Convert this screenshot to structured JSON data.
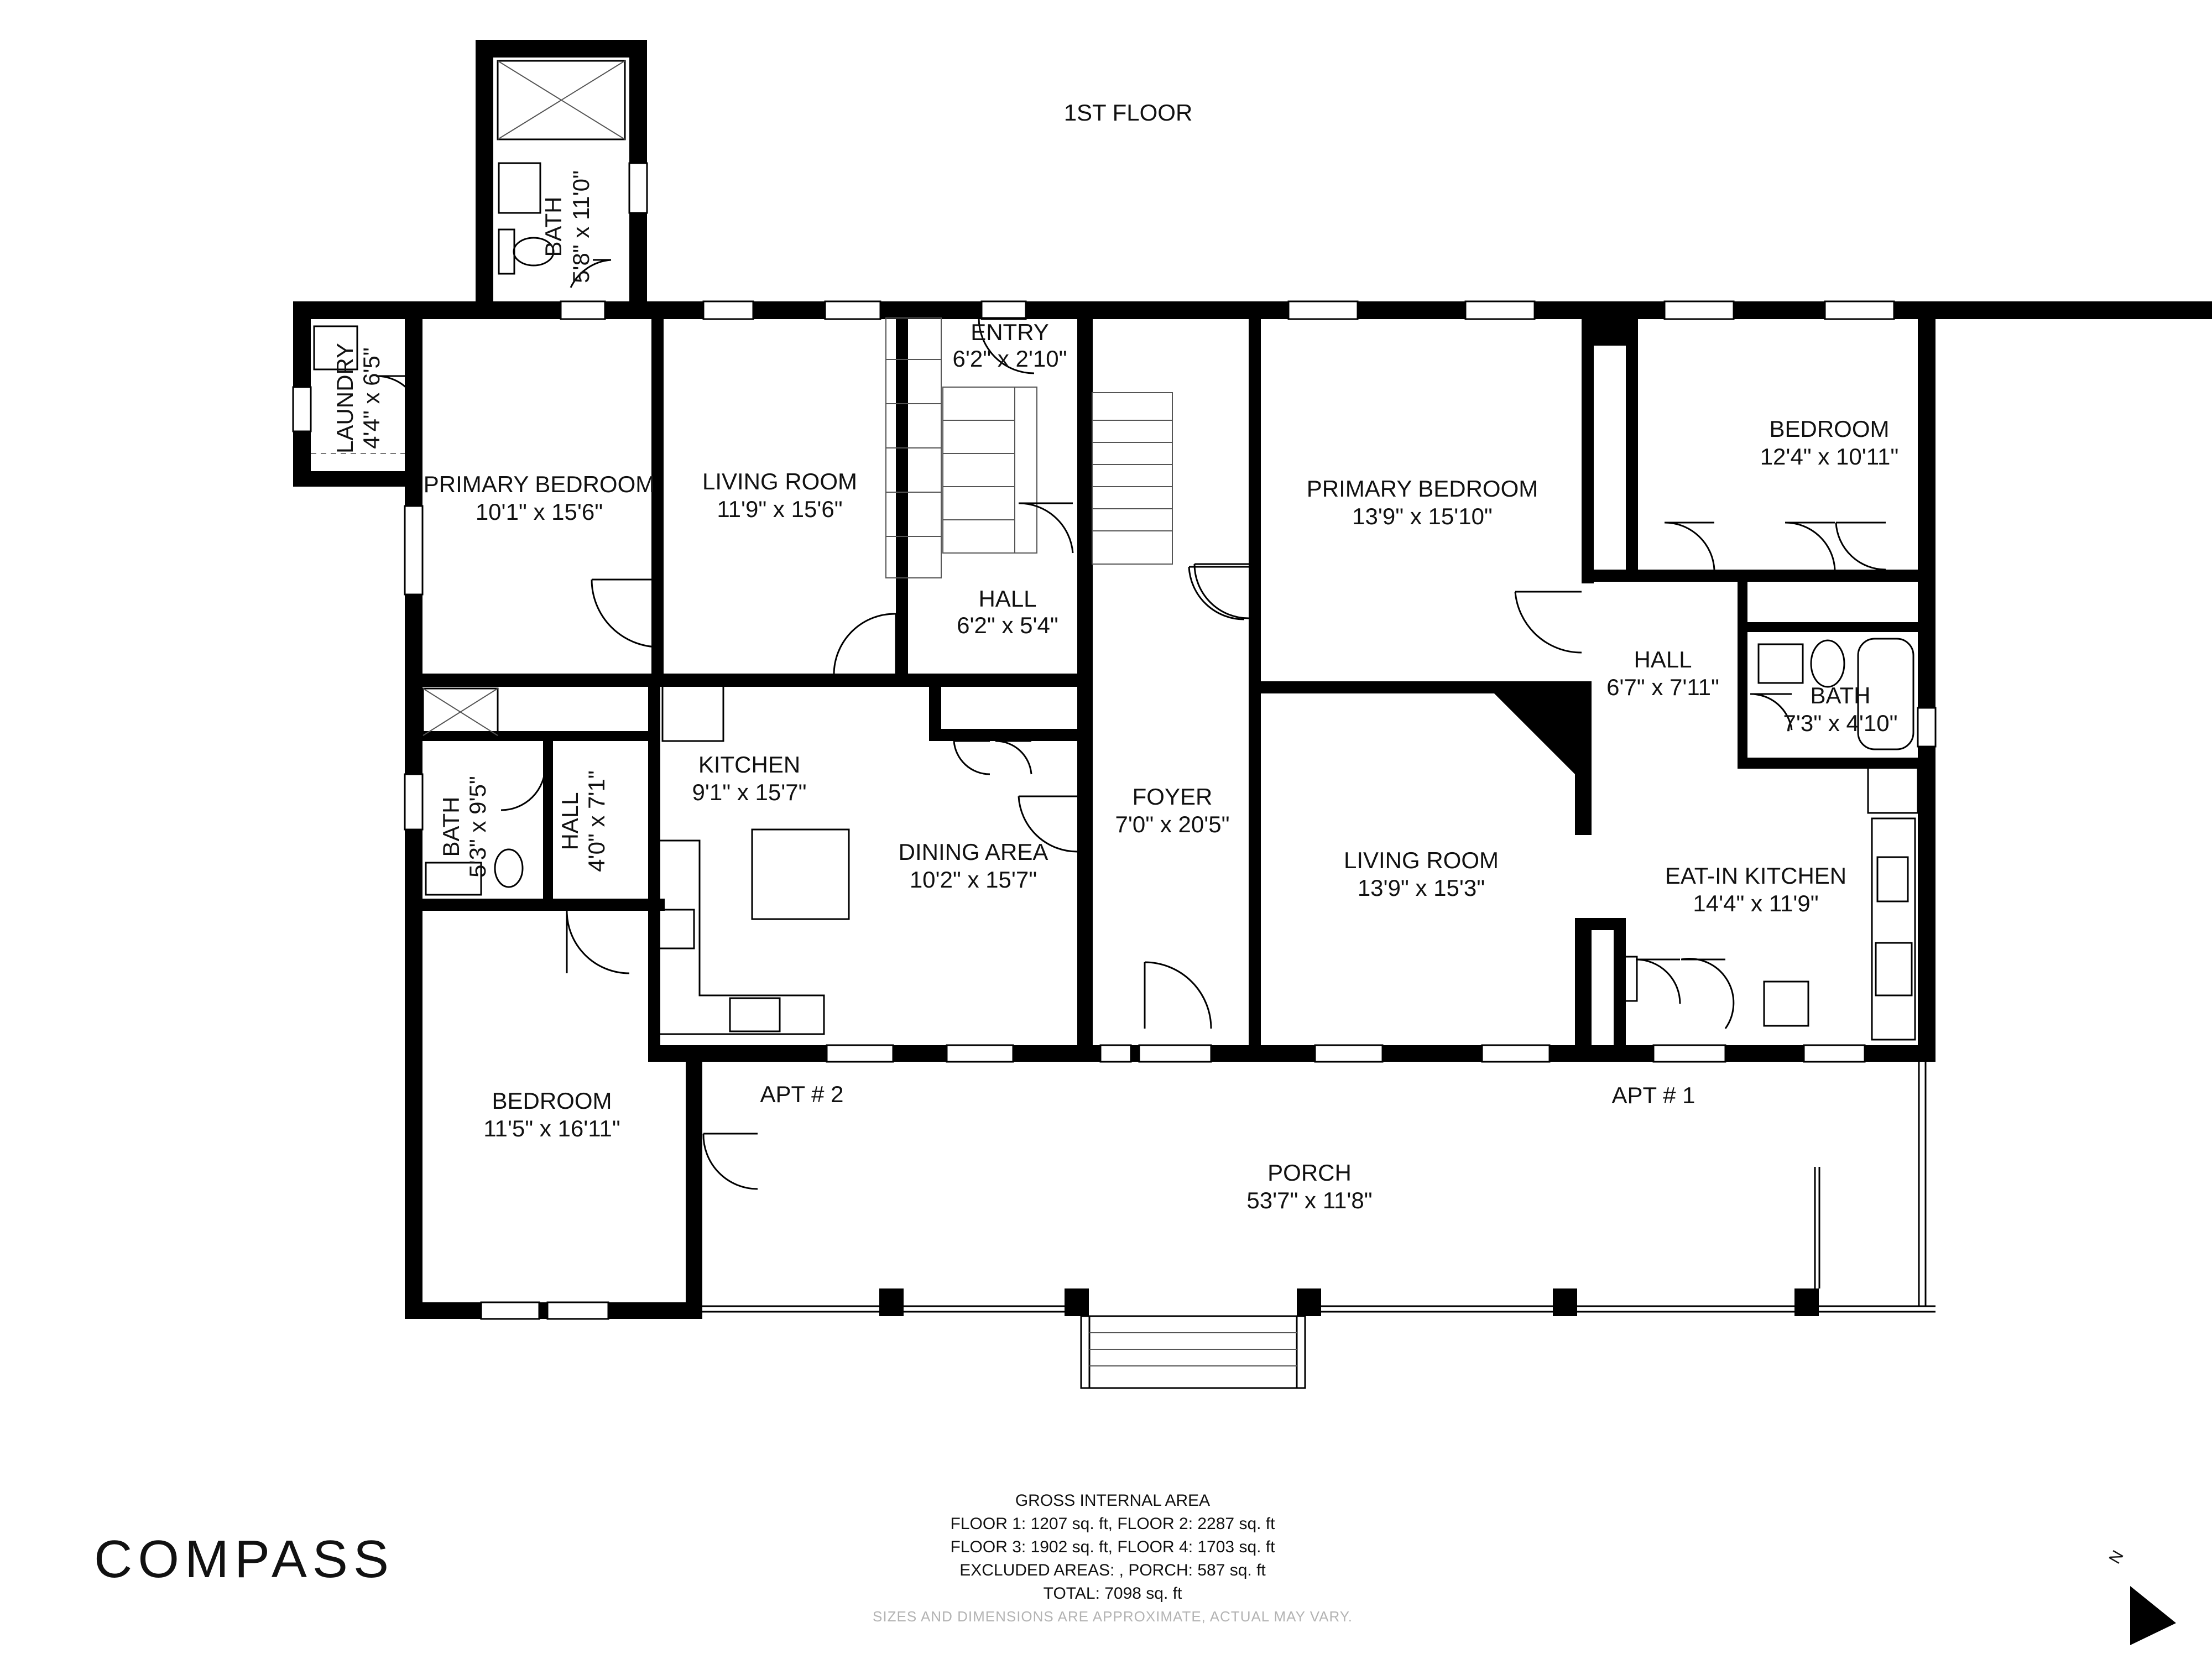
{
  "floor_title": "1ST FLOOR",
  "rooms": [
    {
      "id": "bath-upper",
      "name": "BATH",
      "dims": "5'8\" x 11'0\""
    },
    {
      "id": "laundry",
      "name": "LAUNDRY",
      "dims": "4'4\" x 6'5\""
    },
    {
      "id": "primary-bedroom-left",
      "name": "PRIMARY BEDROOM",
      "dims": "10'1\" x 15'6\""
    },
    {
      "id": "living-room-left",
      "name": "LIVING ROOM",
      "dims": "11'9\" x 15'6\""
    },
    {
      "id": "entry",
      "name": "ENTRY",
      "dims": "6'2\" x 2'10\""
    },
    {
      "id": "hall-center",
      "name": "HALL",
      "dims": "6'2\" x 5'4\""
    },
    {
      "id": "primary-bedroom-right",
      "name": "PRIMARY BEDROOM",
      "dims": "13'9\" x 15'10\""
    },
    {
      "id": "bedroom-right",
      "name": "BEDROOM",
      "dims": "12'4\" x 10'11\""
    },
    {
      "id": "hall-right",
      "name": "HALL",
      "dims": "6'7\" x 7'11\""
    },
    {
      "id": "bath-right",
      "name": "BATH",
      "dims": "7'3\" x 4'10\""
    },
    {
      "id": "kitchen",
      "name": "KITCHEN",
      "dims": "9'1\" x 15'7\""
    },
    {
      "id": "bath-left",
      "name": "BATH",
      "dims": "5'3\" x 9'5\""
    },
    {
      "id": "hall-left",
      "name": "HALL",
      "dims": "4'0\" x 7'1\""
    },
    {
      "id": "dining-area",
      "name": "DINING AREA",
      "dims": "10'2\" x 15'7\""
    },
    {
      "id": "foyer",
      "name": "FOYER",
      "dims": "7'0\" x 20'5\""
    },
    {
      "id": "living-room-right",
      "name": "LIVING ROOM",
      "dims": "13'9\" x 15'3\""
    },
    {
      "id": "eat-in-kitchen",
      "name": "EAT-IN KITCHEN",
      "dims": "14'4\" x 11'9\""
    },
    {
      "id": "bedroom-left",
      "name": "BEDROOM",
      "dims": "11'5\" x 16'11\""
    },
    {
      "id": "porch",
      "name": "PORCH",
      "dims": "53'7\" x 11'8\""
    }
  ],
  "apartments": [
    "APT # 2",
    "APT # 1"
  ],
  "area_summary": {
    "heading": "GROSS INTERNAL AREA",
    "lines": [
      "FLOOR 1: 1207 sq. ft, FLOOR 2: 2287 sq. ft",
      "FLOOR 3: 1902 sq. ft, FLOOR 4: 1703 sq. ft",
      "EXCLUDED AREAS: , PORCH: 587 sq. ft",
      "TOTAL: 7098 sq. ft"
    ],
    "disclaimer": "SIZES AND DIMENSIONS ARE APPROXIMATE, ACTUAL MAY VARY."
  },
  "brand": {
    "logo": "COMPASS"
  },
  "compass": {
    "letter": "N",
    "icon": "north-arrow-icon"
  },
  "colors": {
    "wall": "#000000",
    "background": "#ffffff",
    "text": "#111111",
    "disclaimer": "#b3b3b3"
  }
}
